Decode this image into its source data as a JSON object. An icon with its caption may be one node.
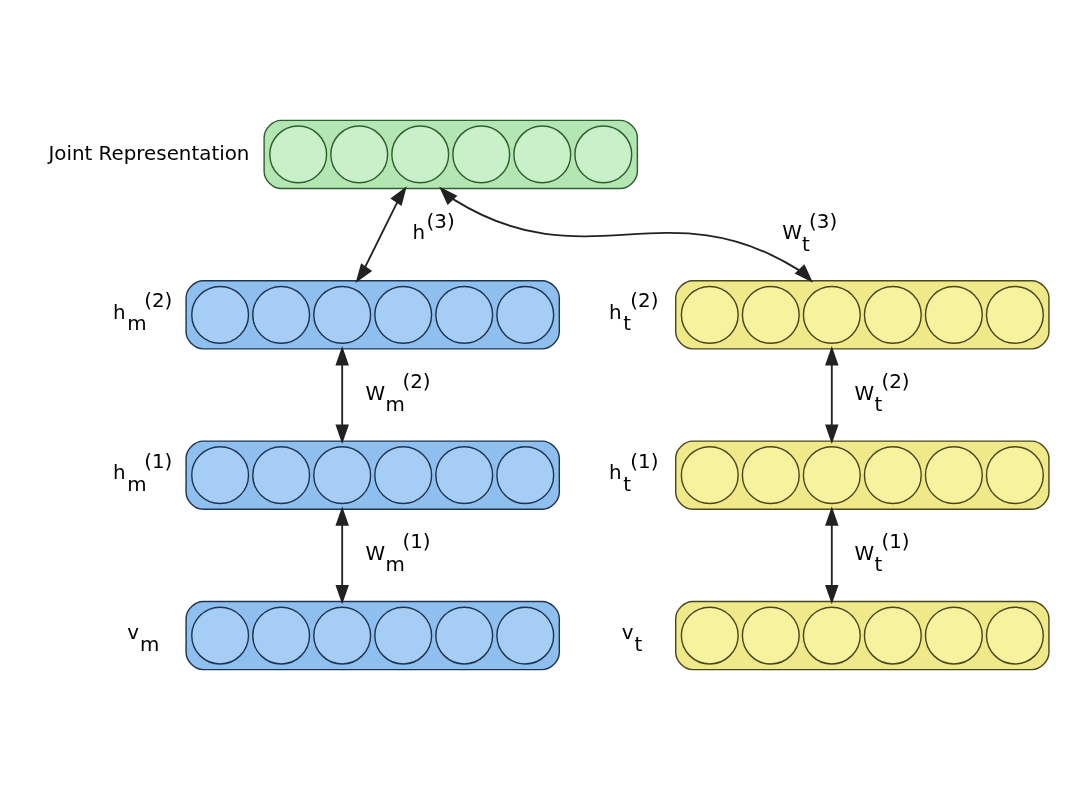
{
  "diagram": {
    "nodes": [
      {
        "text": [],
        "shape": "box",
        "beside": [
          "Joint Representation"
        ]
      },
      {
        "text": [],
        "shape": "circle",
        "in": 0
      },
      {
        "text": [],
        "shape": "circle",
        "in": 0
      },
      {
        "text": [],
        "shape": "circle",
        "in": 0
      },
      {
        "text": [],
        "shape": "circle",
        "in": 0
      },
      {
        "text": [],
        "shape": "circle",
        "in": 0
      },
      {
        "text": [],
        "shape": "circle",
        "in": 0
      },
      {
        "text": [],
        "shape": "box",
        "beside": [
          "h$_{m}$$^{(2)}$"
        ]
      },
      {
        "text": [],
        "shape": "circle",
        "in": 7
      },
      {
        "text": [],
        "shape": "circle",
        "in": 7
      },
      {
        "text": [],
        "shape": "circle",
        "in": 7
      },
      {
        "text": [],
        "shape": "circle",
        "in": 7
      },
      {
        "text": [],
        "shape": "circle",
        "in": 7
      },
      {
        "text": [],
        "shape": "circle",
        "in": 7
      },
      {
        "text": [],
        "shape": "box",
        "beside": [
          "h$_{t}$$^{(2)}$"
        ]
      },
      {
        "text": [],
        "shape": "circle",
        "in": 14
      },
      {
        "text": [],
        "shape": "circle",
        "in": 14
      },
      {
        "text": [],
        "shape": "circle",
        "in": 14
      },
      {
        "text": [],
        "shape": "circle",
        "in": 14
      },
      {
        "text": [],
        "shape": "circle",
        "in": 14
      },
      {
        "text": [],
        "shape": "circle",
        "in": 14
      },
      {
        "text": [],
        "shape": "box",
        "beside": [
          "h$_{m}$$^{(1)}$"
        ]
      },
      {
        "text": [],
        "shape": "circle",
        "in": 21
      },
      {
        "text": [],
        "shape": "circle",
        "in": 21
      },
      {
        "text": [],
        "shape": "circle",
        "in": 21
      },
      {
        "text": [],
        "shape": "circle",
        "in": 21
      },
      {
        "text": [],
        "shape": "circle",
        "in": 21
      },
      {
        "text": [],
        "shape": "circle",
        "in": 21
      },
      {
        "text": [],
        "shape": "box",
        "beside": [
          "h$_{t}$$^{(1)}$"
        ]
      },
      {
        "text": [],
        "shape": "circle",
        "in": 28
      },
      {
        "text": [],
        "shape": "circle",
        "in": 28
      },
      {
        "text": [],
        "shape": "circle",
        "in": 28
      },
      {
        "text": [],
        "shape": "circle",
        "in": 28
      },
      {
        "text": [],
        "shape": "circle",
        "in": 28
      },
      {
        "text": [],
        "shape": "circle",
        "in": 28
      },
      {
        "text": [],
        "shape": "box",
        "beside": [
          "v$_{m}$"
        ]
      },
      {
        "text": [],
        "shape": "circle",
        "in": 35
      },
      {
        "text": [],
        "shape": "circle",
        "in": 35
      },
      {
        "text": [],
        "shape": "circle",
        "in": 35
      },
      {
        "text": [],
        "shape": "circle",
        "in": 35
      },
      {
        "text": [],
        "shape": "circle",
        "in": 35
      },
      {
        "text": [],
        "shape": "circle",
        "in": 35
      },
      {
        "text": [],
        "shape": "box",
        "beside": [
          "v$_{t}$"
        ]
      },
      {
        "text": [],
        "shape": "circle",
        "in": 42
      },
      {
        "text": [],
        "shape": "circle",
        "in": 42
      },
      {
        "text": [],
        "shape": "circle",
        "in": 42
      },
      {
        "text": [],
        "shape": "circle",
        "in": 42
      },
      {
        "text": [],
        "shape": "circle",
        "in": 42
      },
      {
        "text": [],
        "shape": "circle",
        "in": 42
      }
    ],
    "edges": [
      {
        "from": 0,
        "to": 7,
        "arrow": "both",
        "label": "h$^{(3)}$"
      },
      {
        "from": 0,
        "to": 14,
        "arrow": "both",
        "label": "W$_{t}$$^{(3)}$"
      },
      {
        "from": 7,
        "to": 21,
        "arrow": "both",
        "label": "W$_{m}$$^{(2)}$"
      },
      {
        "from": 14,
        "to": 28,
        "arrow": "both",
        "label": "W$_{t}$$^{(2)}$"
      },
      {
        "from": 21,
        "to": 35,
        "arrow": "both",
        "label": "W$_{m}$$^{(1)}$"
      },
      {
        "from": 28,
        "to": 42,
        "arrow": "both",
        "label": "W$_{t}$$^{(1)}$"
      }
    ]
  }
}
